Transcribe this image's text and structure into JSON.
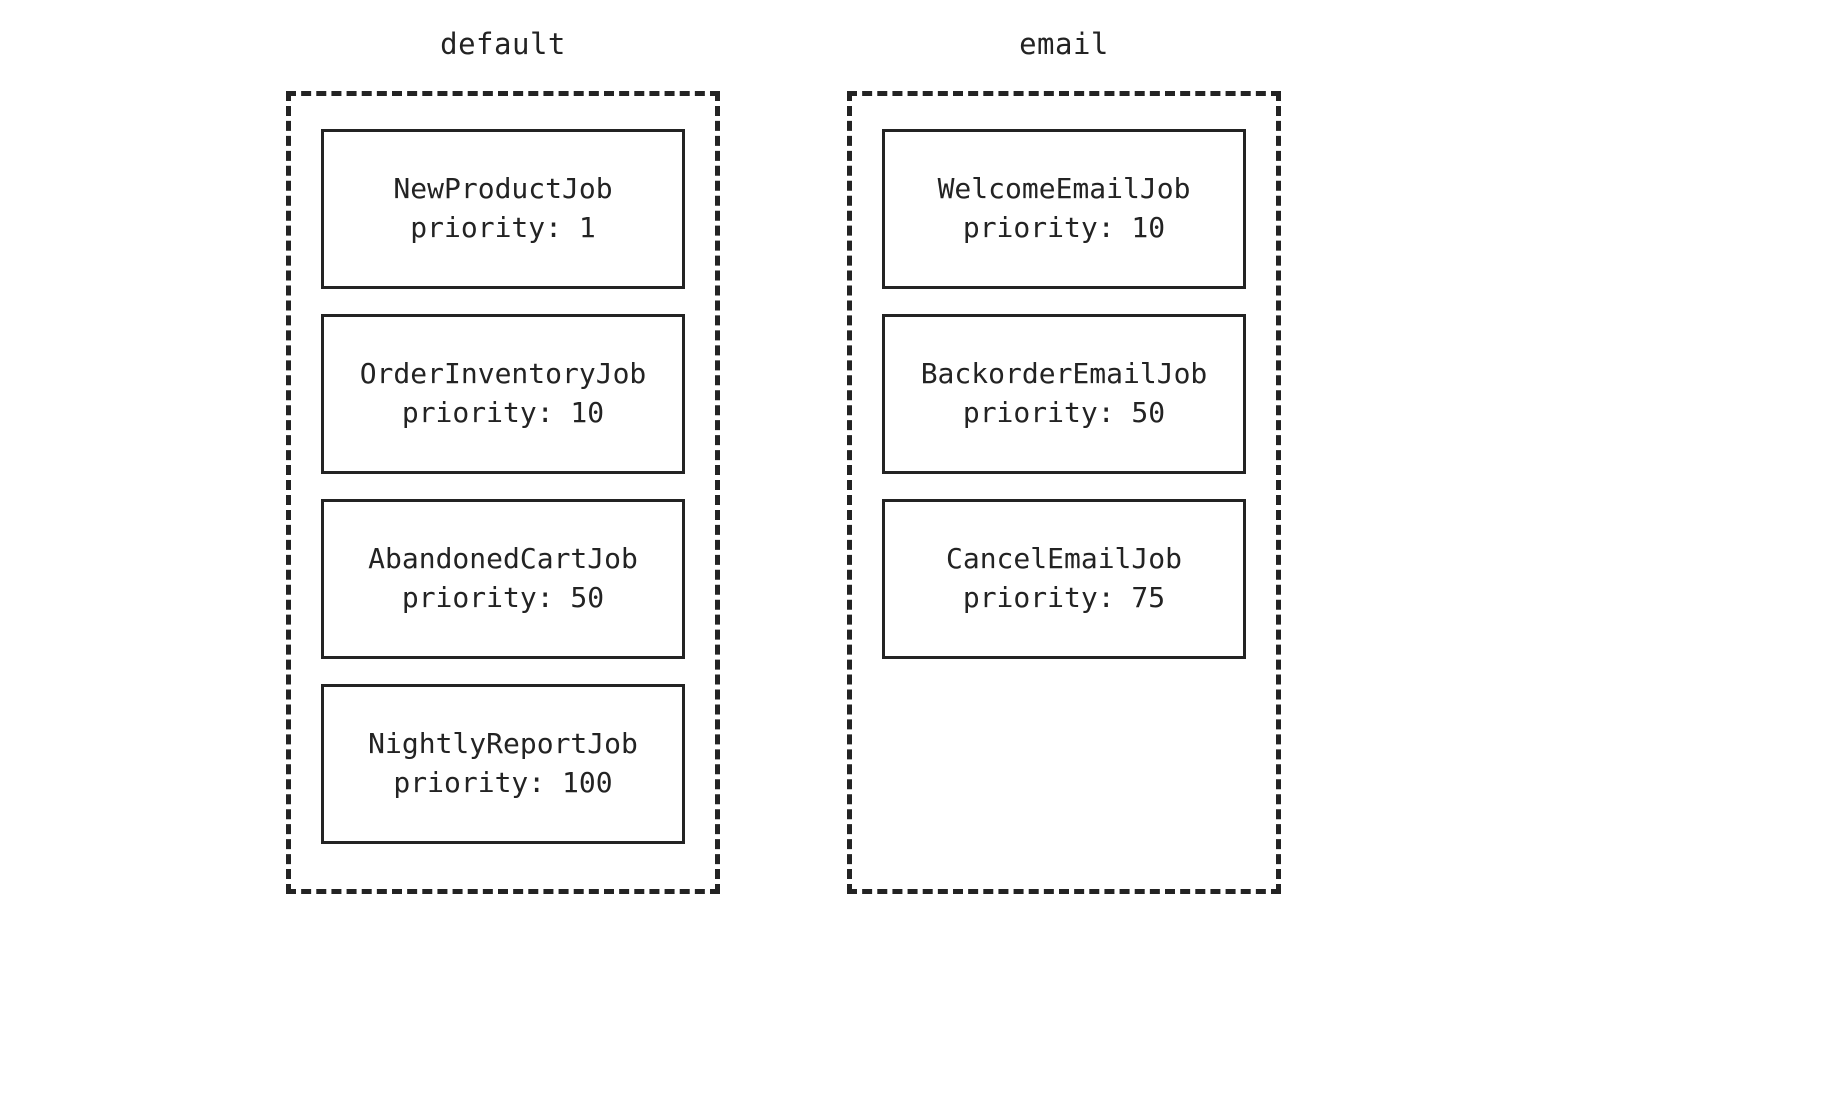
{
  "diagram": {
    "type": "queue-priority-diagram",
    "colors": {
      "stroke": "#232323",
      "background": "#ffffff",
      "card_fill": "#ffffff"
    },
    "queues": [
      {
        "name": "default",
        "jobs": [
          {
            "name": "NewProductJob",
            "priority_label": "priority: 1",
            "priority": 1
          },
          {
            "name": "OrderInventoryJob",
            "priority_label": "priority: 10",
            "priority": 10
          },
          {
            "name": "AbandonedCartJob",
            "priority_label": "priority: 50",
            "priority": 50
          },
          {
            "name": "NightlyReportJob",
            "priority_label": "priority: 100",
            "priority": 100
          }
        ]
      },
      {
        "name": "email",
        "jobs": [
          {
            "name": "WelcomeEmailJob",
            "priority_label": "priority: 10",
            "priority": 10
          },
          {
            "name": "BackorderEmailJob",
            "priority_label": "priority: 50",
            "priority": 50
          },
          {
            "name": "CancelEmailJob",
            "priority_label": "priority: 75",
            "priority": 75
          }
        ]
      }
    ]
  }
}
